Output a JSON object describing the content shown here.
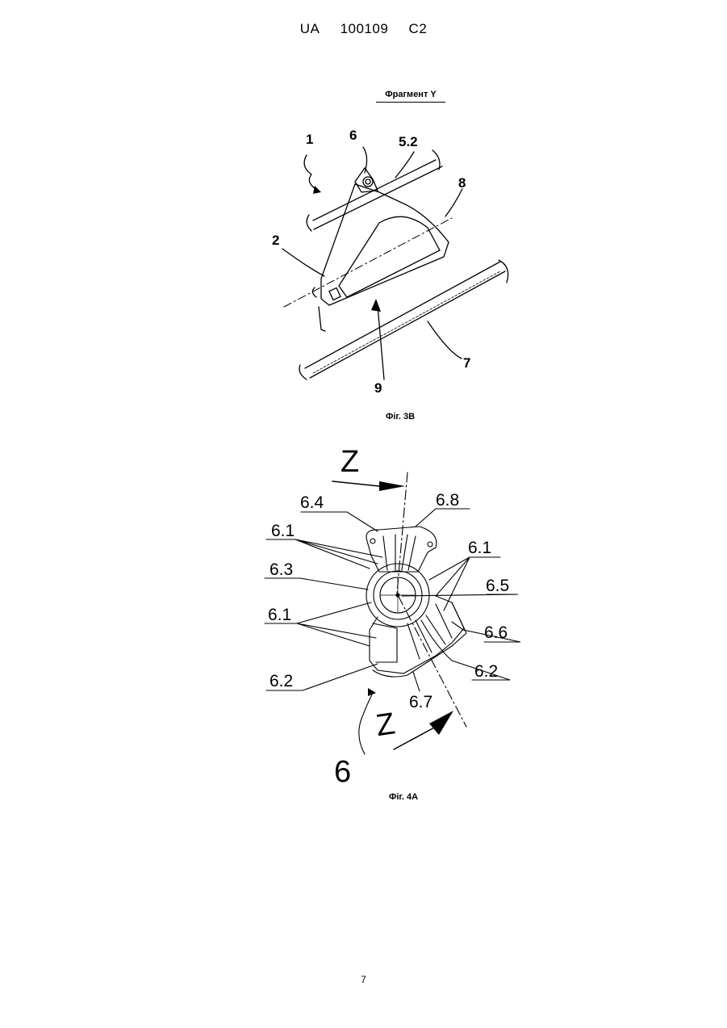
{
  "header": {
    "country": "UA",
    "number": "100109",
    "kind": "C2"
  },
  "figure_3b": {
    "title": "Фрагмент Y",
    "caption": "Фіг. 3В",
    "labels": {
      "l1": "1",
      "l6": "6",
      "l52": "5.2",
      "l8": "8",
      "l2": "2",
      "l9": "9",
      "l7": "7"
    }
  },
  "figure_4a": {
    "caption": "Фіг. 4А",
    "labels": {
      "z_top": "Z",
      "z_bottom": "Z",
      "l64": "6.4",
      "l68": "6.8",
      "l61_a": "6.1",
      "l61_b": "6.1",
      "l63": "6.3",
      "l65": "6.5",
      "l61_c": "6.1",
      "l66": "6.6",
      "l62_a": "6.2",
      "l62_b": "6.2",
      "l67": "6.7",
      "l6": "6"
    }
  },
  "page_number": "7"
}
